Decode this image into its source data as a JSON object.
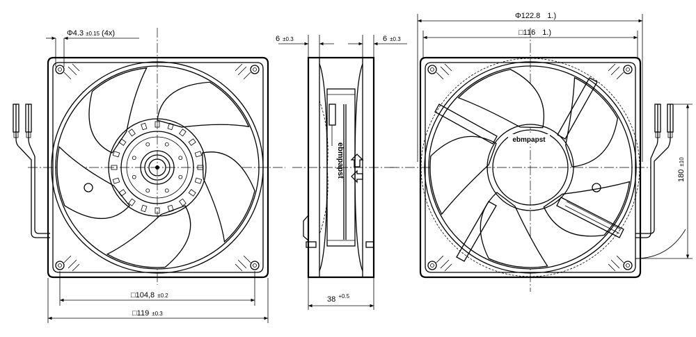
{
  "dimensions": {
    "hole_dia": "Φ4.3",
    "hole_tol": "±0.15",
    "hole_count": "(4x)",
    "left_inner_square": "□104,8",
    "left_inner_tol": "±0.2",
    "left_outer_square": "□119",
    "left_outer_tol": "±0.3",
    "side_top_left": "6",
    "side_top_left_tol": "±0.3",
    "side_top_right": "6",
    "side_top_right_tol": "±0.3",
    "side_depth": "38",
    "side_depth_tol": "+0.5",
    "right_circle": "Φ122.8",
    "right_circle_note": "1.)",
    "right_square": "□116",
    "right_square_note": "1.)",
    "lead_length": "180",
    "lead_length_tol": "±10"
  },
  "labels": {
    "side_brand": "ebmpapst",
    "rear_brand": "ebmpapst"
  }
}
